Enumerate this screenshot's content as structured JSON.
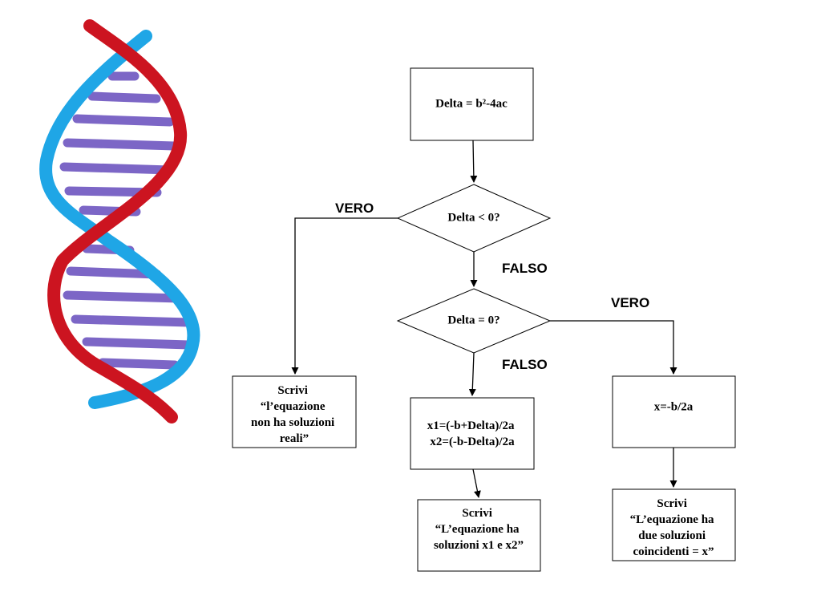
{
  "colors": {
    "dna_blue": "#1fa6e6",
    "dna_red": "#cc1420",
    "dna_rungs": "#6a52bf",
    "box_border": "#000000"
  },
  "nodes": {
    "delta_calc": "Delta = b²-4ac",
    "decision_negative": "Delta < 0?",
    "decision_zero": "Delta = 0?",
    "print_no_real": [
      "Scrivi",
      "“l’equazione",
      "non ha soluzioni",
      "reali”"
    ],
    "compute_two": [
      "x1=(-b+Delta)/2a",
      "x2=(-b-Delta)/2a"
    ],
    "print_two": [
      "Scrivi",
      "“L’equazione ha",
      "soluzioni x1 e x2”"
    ],
    "compute_one": "x=-b/2a",
    "print_coincident": [
      "Scrivi",
      "“L’equazione ha",
      "due soluzioni",
      "coincidenti = x”"
    ]
  },
  "edge_labels": {
    "negative_true": "VERO",
    "negative_false": "FALSO",
    "zero_true": "VERO",
    "zero_false": "FALSO"
  }
}
